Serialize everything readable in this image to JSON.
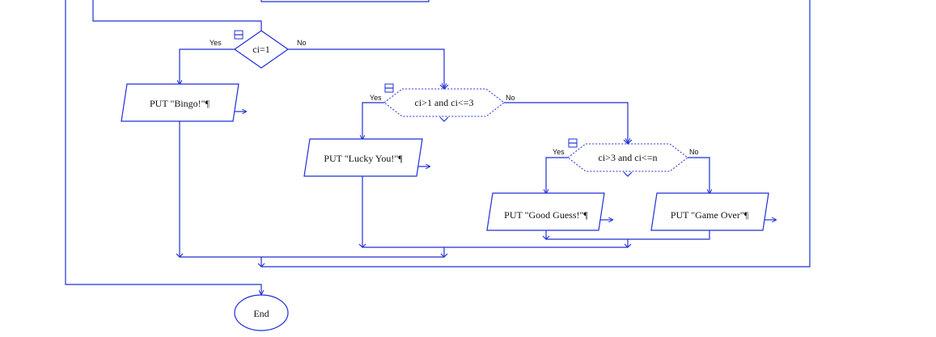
{
  "diagram": {
    "colors": {
      "stroke": "#1f2fd6",
      "text": "#111111",
      "background": "#ffffff"
    },
    "decisions": {
      "d1": {
        "text": "ci=1",
        "yes": "Yes",
        "no": "No"
      },
      "d2": {
        "text": "ci>1 and ci<=3",
        "yes": "Yes",
        "no": "No"
      },
      "d3": {
        "text": "ci>3 and ci<=n",
        "yes": "Yes",
        "no": "No"
      }
    },
    "outputs": {
      "o1": "PUT \"Bingo!\"¶",
      "o2": "PUT \"Lucky You!\"¶",
      "o3": "PUT \"Good Guess!\"¶",
      "o4": "PUT \"Game Over\"¶"
    },
    "terminal": {
      "text": "End"
    },
    "icons": [
      "collapse-icon",
      "arrow-right-icon",
      "arrow-down-icon"
    ]
  }
}
